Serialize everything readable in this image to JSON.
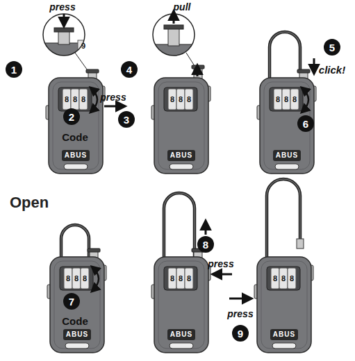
{
  "diagram": {
    "labels": [
      "press",
      "9",
      "1",
      "8",
      "8",
      "8",
      "2",
      "Code",
      "ABUS",
      "pull",
      "4",
      "press",
      "3",
      "8",
      "8",
      "8",
      "ABUS",
      "5",
      "click!",
      "8",
      "8",
      "8",
      "6",
      "ABUS",
      "Open",
      "8",
      "8",
      "8",
      "7",
      "Code",
      "ABUS",
      "8",
      "8",
      "8",
      "8",
      "press",
      "ABUS",
      "8",
      "8",
      "8",
      "press",
      "9",
      "ABUS"
    ]
  }
}
